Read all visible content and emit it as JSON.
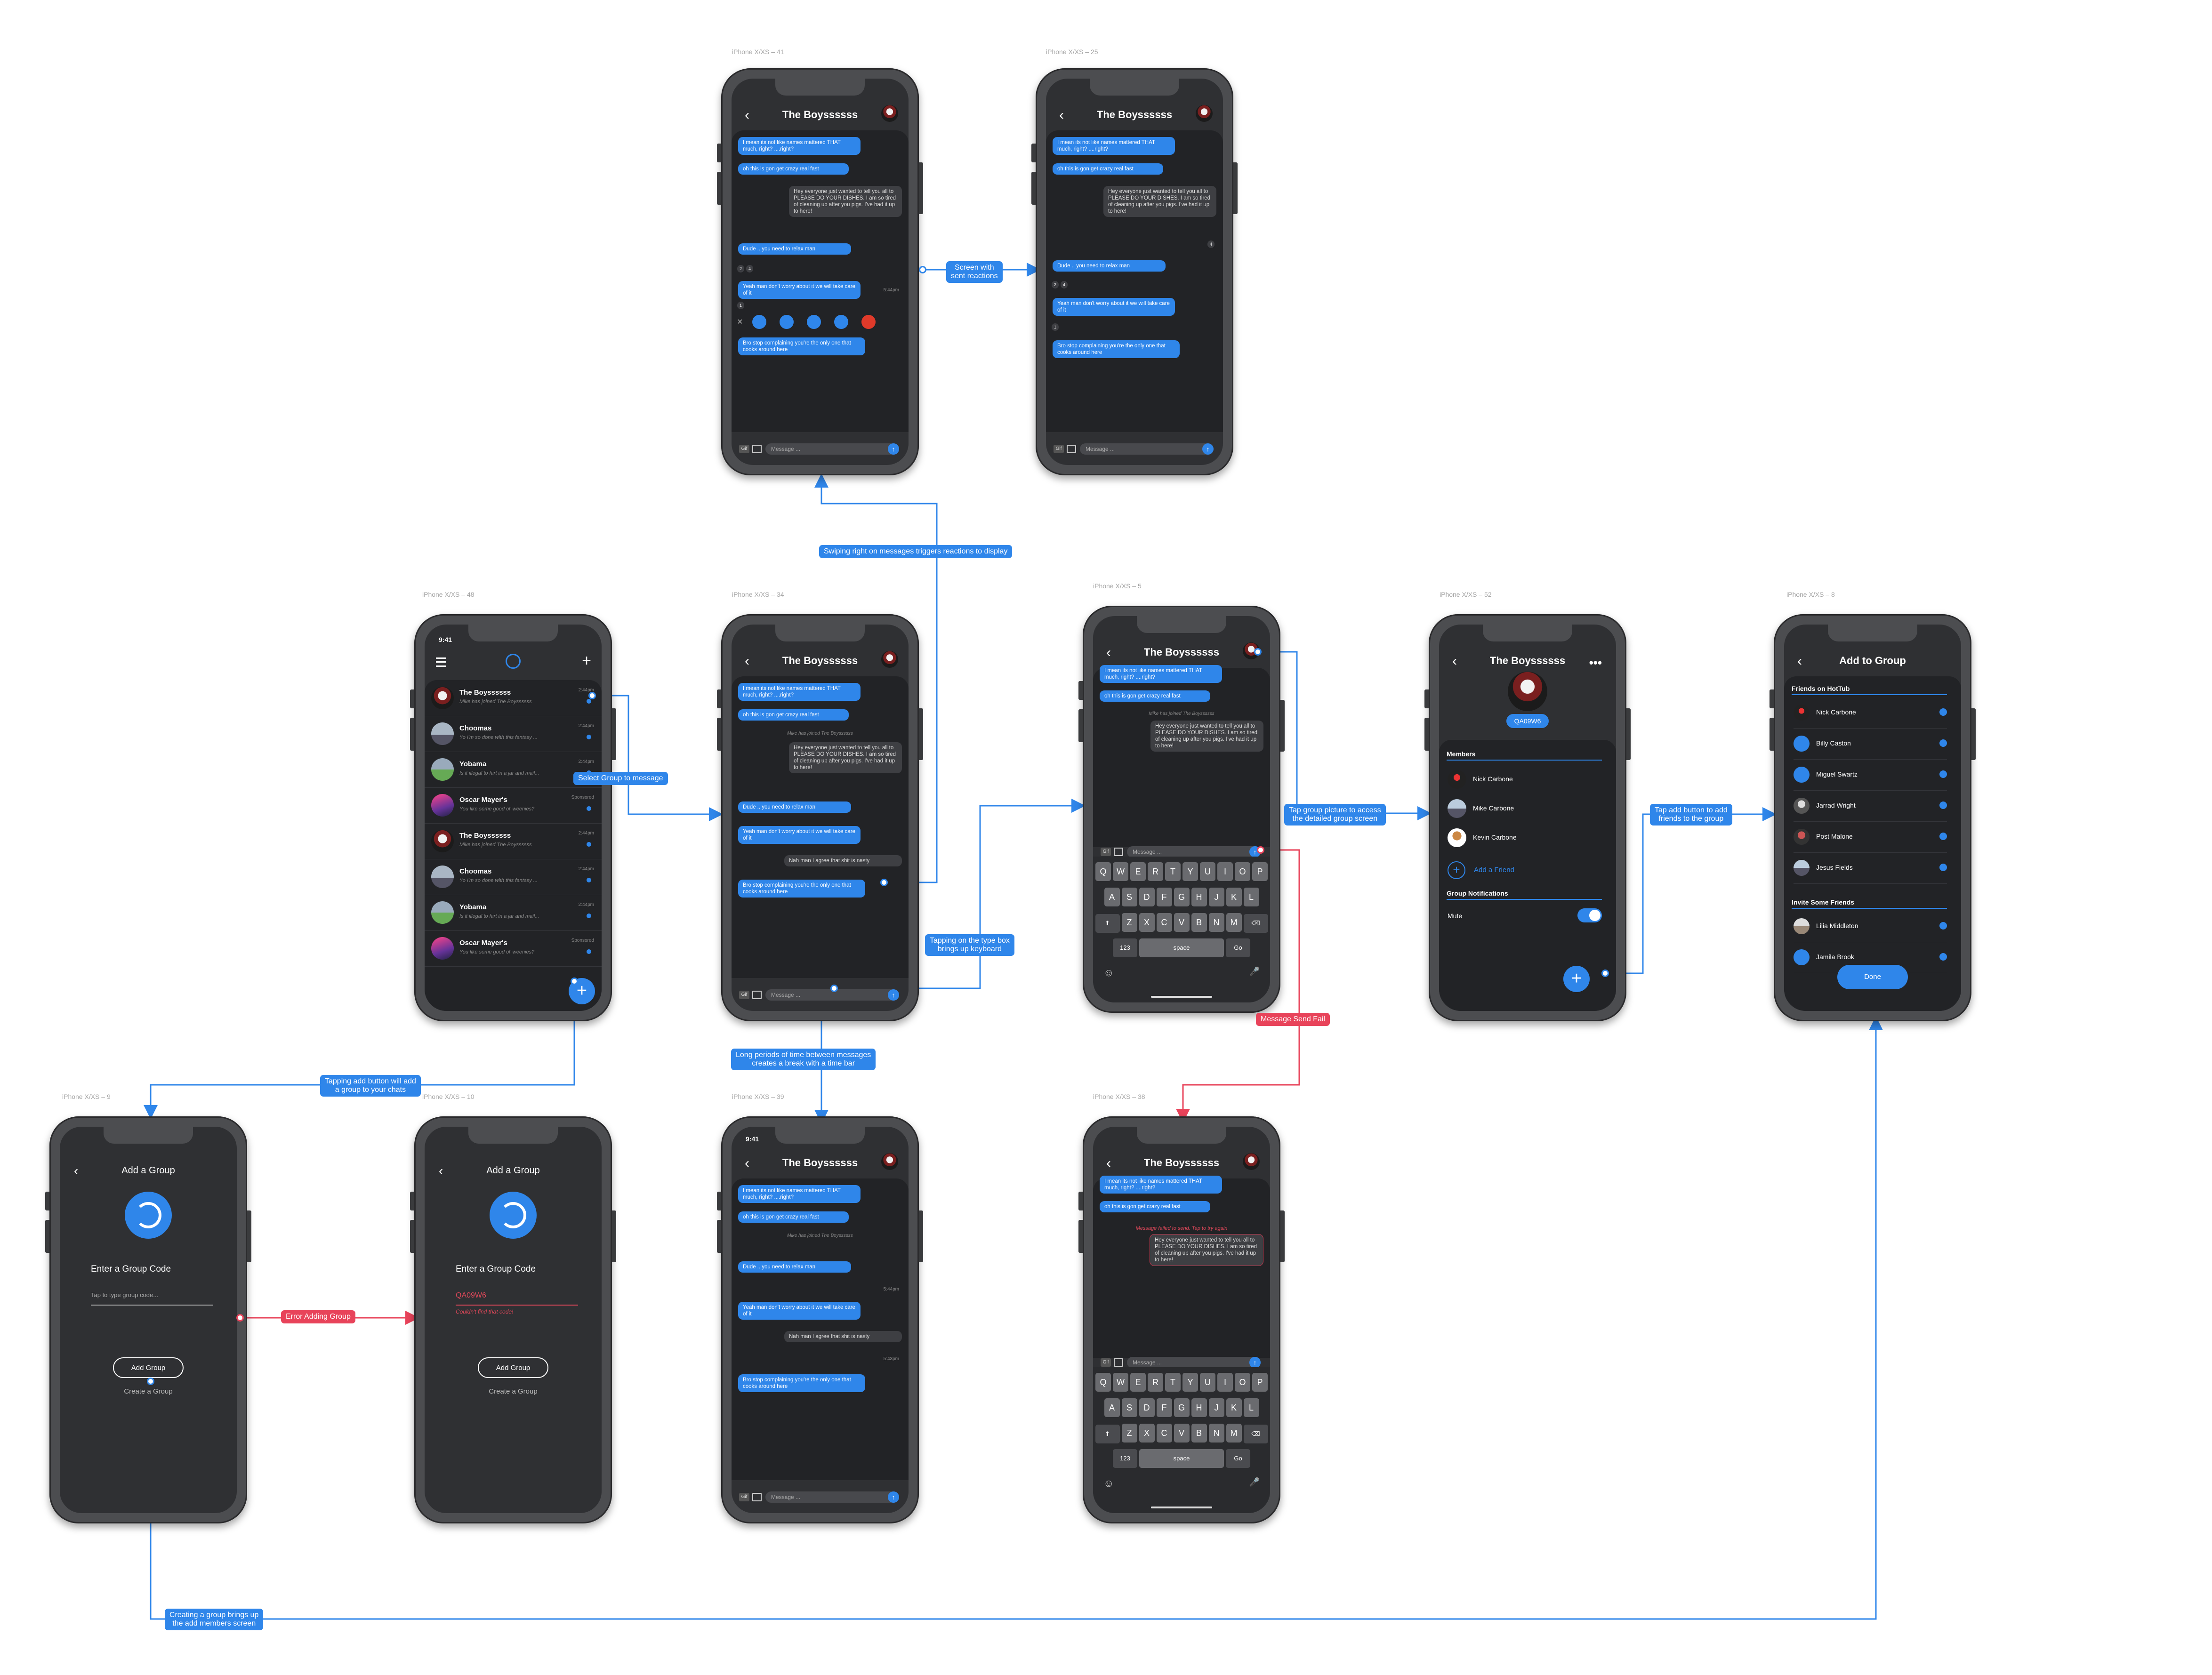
{
  "frames": {
    "f41": "iPhone X/XS – 41",
    "f25": "iPhone X/XS – 25",
    "f48": "iPhone X/XS – 48",
    "f34": "iPhone X/XS – 34",
    "f5": "iPhone X/XS – 5",
    "f52": "iPhone X/XS – 52",
    "f8": "iPhone X/XS – 8",
    "f9": "iPhone X/XS – 9",
    "f10": "iPhone X/XS – 10",
    "f39": "iPhone X/XS – 39",
    "f38": "iPhone X/XS – 38"
  },
  "chat": {
    "title": "The Boyssssss",
    "msg_names": "I mean its not like names mattered THAT much, right? ....right?",
    "msg_crazy": "oh this is gon get crazy real fast",
    "msg_dishes": "Hey everyone just wanted to tell you all to PLEASE DO YOUR DISHES. I am so tired of cleaning up after you pigs. I've had it up to here!",
    "msg_relax": "Dude .. you need to relax man",
    "msg_worry": "Yeah man don't worry about it we will take care of it",
    "msg_nasty": "Nah man I agree that shit is nasty",
    "msg_cooks": "Bro stop complaining you're the only one that cooks around here",
    "joined": "Mike has joined The Boyssssss",
    "time_a": "5:44pm",
    "time_b": "5:43pm",
    "placeholder": "Message ...",
    "gif": "Gif",
    "send_fail_text": "Message failed to send. Tap to try again",
    "r2": "2",
    "r4": "4",
    "r1": "1",
    "close": "×"
  },
  "keyboard": {
    "row1": [
      "Q",
      "W",
      "E",
      "R",
      "T",
      "Y",
      "U",
      "I",
      "O",
      "P"
    ],
    "row2": [
      "A",
      "S",
      "D",
      "F",
      "G",
      "H",
      "J",
      "K",
      "L"
    ],
    "row3": [
      "Z",
      "X",
      "C",
      "V",
      "B",
      "N",
      "M"
    ],
    "shift": "⬆",
    "del": "⌫",
    "num": "123",
    "space": "space",
    "go": "Go",
    "emoji": "☺",
    "mic": "🎤"
  },
  "chatlist": {
    "time_status": "9:41",
    "items": [
      {
        "name": "The Boyssssss",
        "preview": "Mike has joined The Boyssssss",
        "time": "2:44pm"
      },
      {
        "name": "Choomas",
        "preview": "Yo I'm so done with this fantasy ...",
        "time": "2:44pm"
      },
      {
        "name": "Yobama",
        "preview": "Is it illegal to fart in a jar and mail...",
        "time": "2:44pm"
      },
      {
        "name": "Oscar Mayer's",
        "preview": "You like some good ol' weenies?",
        "time": "Sponsored"
      },
      {
        "name": "The Boyssssss",
        "preview": "Mike has joined The Boyssssss",
        "time": "2:44pm"
      },
      {
        "name": "Choomas",
        "preview": "Yo I'm so done with this fantasy ...",
        "time": "2:44pm"
      },
      {
        "name": "Yobama",
        "preview": "Is it illegal to fart in a jar and mail...",
        "time": "2:44pm"
      },
      {
        "name": "Oscar Mayer's",
        "preview": "You like some good ol' weenies?",
        "time": "Sponsored"
      }
    ]
  },
  "addgroup": {
    "title": "Add a Group",
    "label": "Enter a Group Code",
    "placeholder": "Tap to type group code...",
    "bad_code": "QA09W6",
    "error": "Couldn't find that code!",
    "add_btn": "Add Group",
    "create_link": "Create a Group"
  },
  "details": {
    "title": "The Boyssssss",
    "code": "QA09W6",
    "members_label": "Members",
    "members": [
      "Nick Carbone",
      "Mike Carbone",
      "Kevin Carbone"
    ],
    "add_friend": "Add a Friend",
    "notif_label": "Group Notifications",
    "mute": "Mute"
  },
  "addto": {
    "title": "Add to Group",
    "friends_label": "Friends on HotTub",
    "friends": [
      "Nick Carbone",
      "Billy Caston",
      "Miguel Swartz",
      "Jarrad Wright",
      "Post Malone",
      "Jesus Fields"
    ],
    "invite_label": "Invite Some Friends",
    "invites": [
      "Lilia Middleton",
      "Jamila Brook"
    ],
    "done": "Done"
  },
  "annotations": {
    "reactions_sent": "Screen with\nsent reactions",
    "swipe": "Swiping right on messages triggers reactions to display",
    "select_group": "Select Group to message",
    "tap_type": "Tapping on the type box\nbrings up keyboard",
    "tap_picture": "Tap group picture to access\nthe detailed group screen",
    "tap_add": "Tap add button to add\nfriends to the group",
    "long_periods": "Long periods of time between messages\ncreates a break with a time bar",
    "send_fail": "Message Send Fail",
    "tap_add_group": "Tapping add button will add\na group to your chats",
    "error_adding": "Error Adding Group",
    "creating": "Creating a group brings up\nthe add members screen"
  },
  "colors": {
    "accent": "#2f86ea",
    "error": "#e8435a",
    "screen": "#2f3033",
    "thread": "#222326"
  }
}
